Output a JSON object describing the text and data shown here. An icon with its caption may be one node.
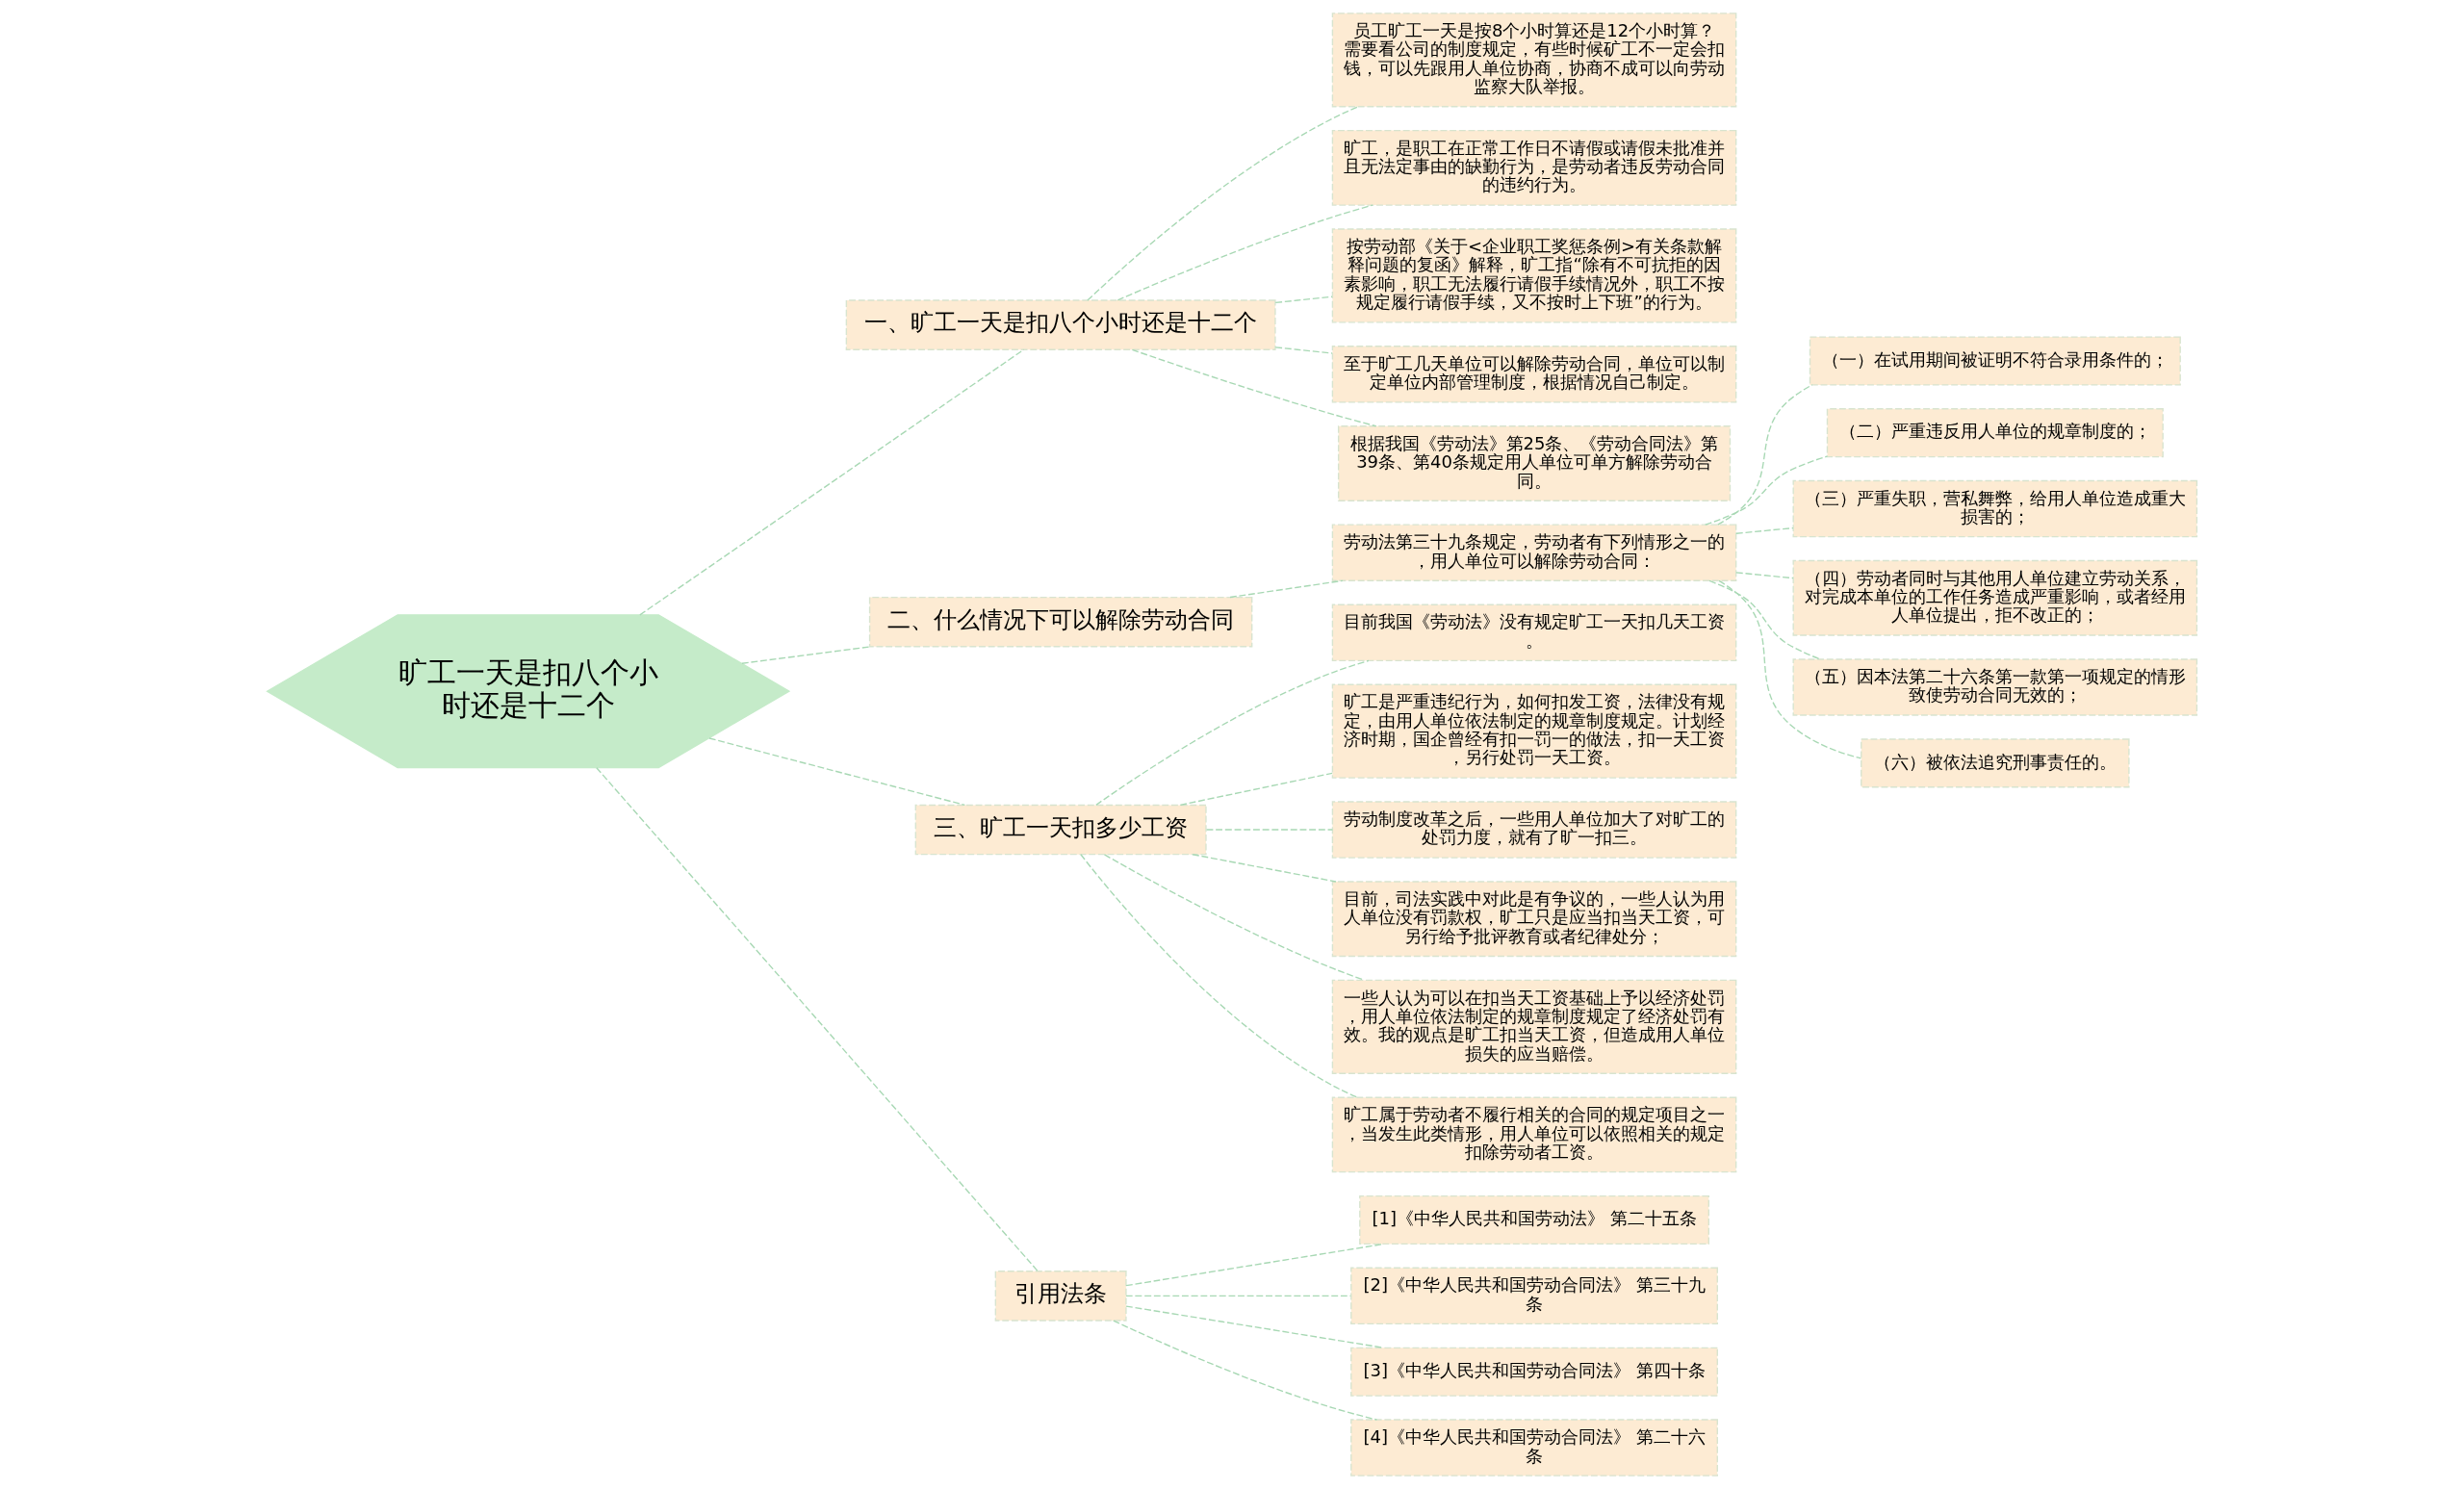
{
  "diagram": {
    "nodes": [
      {
        "text": [
          "旷工一天是扣八个小时还是十二个"
        ]
      },
      {
        "text": [
          "一、旷工一天是扣八个小时还是十二个"
        ]
      },
      {
        "text": [
          "员工旷工一天是按8个小时算还是12个小时算？需要看公司的制度规定，有些时候矿工不一定会扣钱，可以先跟用人单位协商，协商不成可以向劳动监察大队举报。"
        ]
      },
      {
        "text": [
          "旷工，是职工在正常工作日不请假或请假未批准并且无法定事由的缺勤行为，是劳动者违反劳动合同的违约行为。"
        ]
      },
      {
        "text": [
          "按劳动部《关于<企业职工奖惩条例>有关条款解释问题的复函》解释，旷工指“除有不可抗拒的因素影响，职工无法履行请假手续情况外，职工不按规定履行请假手续，又不按时上下班”的行为。"
        ]
      },
      {
        "text": [
          "至于旷工几天单位可以解除劳动合同，单位可以制定单位内部管理制度，根据情况自己制定。"
        ]
      },
      {
        "text": [
          "根据我国《劳动法》第25条、《劳动合同法》第39条、第40条规定用人单位可单方解除劳动合同。"
        ]
      },
      {
        "text": [
          "二、什么情况下可以解除劳动合同"
        ]
      },
      {
        "text": [
          "劳动法第三十九条规定，劳动者有下列情形之一的，用人单位可以解除劳动合同："
        ]
      },
      {
        "text": [
          "（一）在试用期间被证明不符合录用条件的；"
        ]
      },
      {
        "text": [
          "（二）严重违反用人单位的规章制度的；"
        ]
      },
      {
        "text": [
          "（三）严重失职，营私舞弊，给用人单位造成重大损害的；"
        ]
      },
      {
        "text": [
          "（四）劳动者同时与其他用人单位建立劳动关系，对完成本单位的工作任务造成严重影响，或者经用人单位提出，拒不改正的；"
        ]
      },
      {
        "text": [
          "（五）因本法第二十六条第一款第一项规定的情形致使劳动合同无效的；"
        ]
      },
      {
        "text": [
          "（六）被依法追究刑事责任的。"
        ]
      },
      {
        "text": [
          "三、旷工一天扣多少工资"
        ]
      },
      {
        "text": [
          "目前我国《劳动法》没有规定旷工一天扣几天工资。"
        ]
      },
      {
        "text": [
          "旷工是严重违纪行为，如何扣发工资，法律没有规定，由用人单位依法制定的规章制度规定。计划经济时期，国企曾经有扣一罚一的做法，扣一天工资，另行处罚一天工资。"
        ]
      },
      {
        "text": [
          "劳动制度改革之后，一些用人单位加大了对旷工的处罚力度，就有了旷一扣三。"
        ]
      },
      {
        "text": [
          "目前，司法实践中对此是有争议的，一些人认为用人单位没有罚款权，旷工只是应当扣当天工资，可另行给予批评教育或者纪律处分；"
        ]
      },
      {
        "text": [
          "一些人认为可以在扣当天工资基础上予以经济处罚，用人单位依法制定的规章制度规定了经济处罚有效。我的观点是旷工扣当天工资，但造成用人单位损失的应当赔偿。"
        ]
      },
      {
        "text": [
          "旷工属于劳动者不履行相关的合同的规定项目之一，当发生此类情形，用人单位可以依照相关的规定扣除劳动者工资。"
        ]
      },
      {
        "text": [
          "引用法条"
        ]
      },
      {
        "text": [
          "[1]《中华人民共和国劳动法》 第二十五条"
        ]
      },
      {
        "text": [
          "[2]《中华人民共和国劳动合同法》 第三十九条"
        ]
      },
      {
        "text": [
          "[3]《中华人民共和国劳动合同法》 第四十条"
        ]
      },
      {
        "text": [
          "[4]《中华人民共和国劳动合同法》 第二十六条"
        ]
      }
    ],
    "edges": [
      {
        "from": 0,
        "to": 1,
        "arrow": "none",
        "style": "dashed"
      },
      {
        "from": 1,
        "to": 2,
        "arrow": "none",
        "style": "dashed"
      },
      {
        "from": 1,
        "to": 3,
        "arrow": "none",
        "style": "dashed"
      },
      {
        "from": 1,
        "to": 4,
        "arrow": "none",
        "style": "dashed"
      },
      {
        "from": 1,
        "to": 5,
        "arrow": "none",
        "style": "dashed"
      },
      {
        "from": 1,
        "to": 6,
        "arrow": "none",
        "style": "dashed"
      },
      {
        "from": 0,
        "to": 7,
        "arrow": "none",
        "style": "dashed"
      },
      {
        "from": 7,
        "to": 8,
        "arrow": "none",
        "style": "dashed"
      },
      {
        "from": 8,
        "to": 9,
        "arrow": "none",
        "style": "dashed"
      },
      {
        "from": 8,
        "to": 10,
        "arrow": "none",
        "style": "dashed"
      },
      {
        "from": 8,
        "to": 11,
        "arrow": "none",
        "style": "dashed"
      },
      {
        "from": 8,
        "to": 12,
        "arrow": "none",
        "style": "dashed"
      },
      {
        "from": 8,
        "to": 13,
        "arrow": "none",
        "style": "dashed"
      },
      {
        "from": 8,
        "to": 14,
        "arrow": "none",
        "style": "dashed"
      },
      {
        "from": 0,
        "to": 15,
        "arrow": "none",
        "style": "dashed"
      },
      {
        "from": 15,
        "to": 16,
        "arrow": "none",
        "style": "dashed"
      },
      {
        "from": 15,
        "to": 17,
        "arrow": "none",
        "style": "dashed"
      },
      {
        "from": 15,
        "to": 18,
        "arrow": "none",
        "style": "dashed"
      },
      {
        "from": 15,
        "to": 19,
        "arrow": "none",
        "style": "dashed"
      },
      {
        "from": 15,
        "to": 20,
        "arrow": "none",
        "style": "dashed"
      },
      {
        "from": 15,
        "to": 21,
        "arrow": "none",
        "style": "dashed"
      },
      {
        "from": 0,
        "to": 22,
        "arrow": "none",
        "style": "dashed"
      },
      {
        "from": 22,
        "to": 23,
        "arrow": "none",
        "style": "dashed"
      },
      {
        "from": 22,
        "to": 24,
        "arrow": "none",
        "style": "dashed"
      },
      {
        "from": 22,
        "to": 25,
        "arrow": "none",
        "style": "dashed"
      },
      {
        "from": 22,
        "to": 26,
        "arrow": "none",
        "style": "dashed"
      }
    ]
  }
}
